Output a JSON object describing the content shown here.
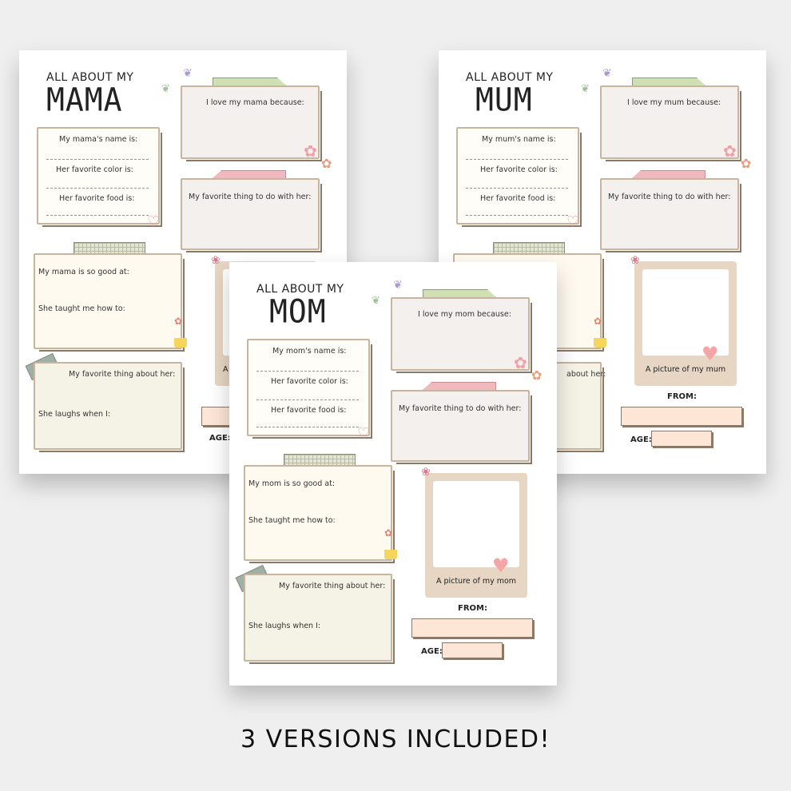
{
  "footer": "3 VERSIONS INCLUDED!",
  "colors": {
    "background": "#efefef",
    "tape_green": "#cfe0b4",
    "tape_pink": "#f0b9bd",
    "photo_frame": "#e8d6c4",
    "from_box": "#fde6d6",
    "heart": "#f5a5a5"
  },
  "sheets": {
    "mama": {
      "title_top": "ALL ABOUT MY",
      "title_big": "MAMA",
      "name_label": "My mama's name is:",
      "color_label": "Her favorite color is:",
      "food_label": "Her favorite food is:",
      "love_label": "I love my mama because:",
      "fav_label": "My favorite thing to do with her:",
      "good_label": "My mama is so good at:",
      "taught_label": "She taught me how to:",
      "thing_label": "My favorite thing about her:",
      "laughs_label": "She laughs when I:",
      "photo_caption": "A",
      "from_label": "",
      "age_label": "AGE:"
    },
    "mum": {
      "title_top": "ALL ABOUT MY",
      "title_big": "MUM",
      "name_label": "My mum's name is:",
      "color_label": "Her favorite color is:",
      "food_label": "Her favorite food is:",
      "love_label": "I love my mum because:",
      "fav_label": "My favorite thing to do with her:",
      "good_label": "",
      "taught_label": "",
      "thing_label": "about her:",
      "laughs_label": "",
      "photo_caption": "A picture of my mum",
      "from_label": "FROM:",
      "age_label": "AGE:"
    },
    "mom": {
      "title_top": "ALL ABOUT MY",
      "title_big": "MOM",
      "name_label": "My mom's name is:",
      "color_label": "Her favorite color is:",
      "food_label": "Her favorite food is:",
      "love_label": "I love my mom because:",
      "fav_label": "My favorite thing to do with her:",
      "good_label": "My mom is so good at:",
      "taught_label": "She taught me how to:",
      "thing_label": "My favorite thing about her:",
      "laughs_label": "She laughs when I:",
      "photo_caption": "A picture of my mom",
      "from_label": "FROM:",
      "age_label": "AGE:"
    }
  },
  "icons": {
    "butterfly": "butterfly-icon",
    "flower": "flower-icon",
    "heart": "heart-icon",
    "plant": "potted-plant-icon"
  }
}
